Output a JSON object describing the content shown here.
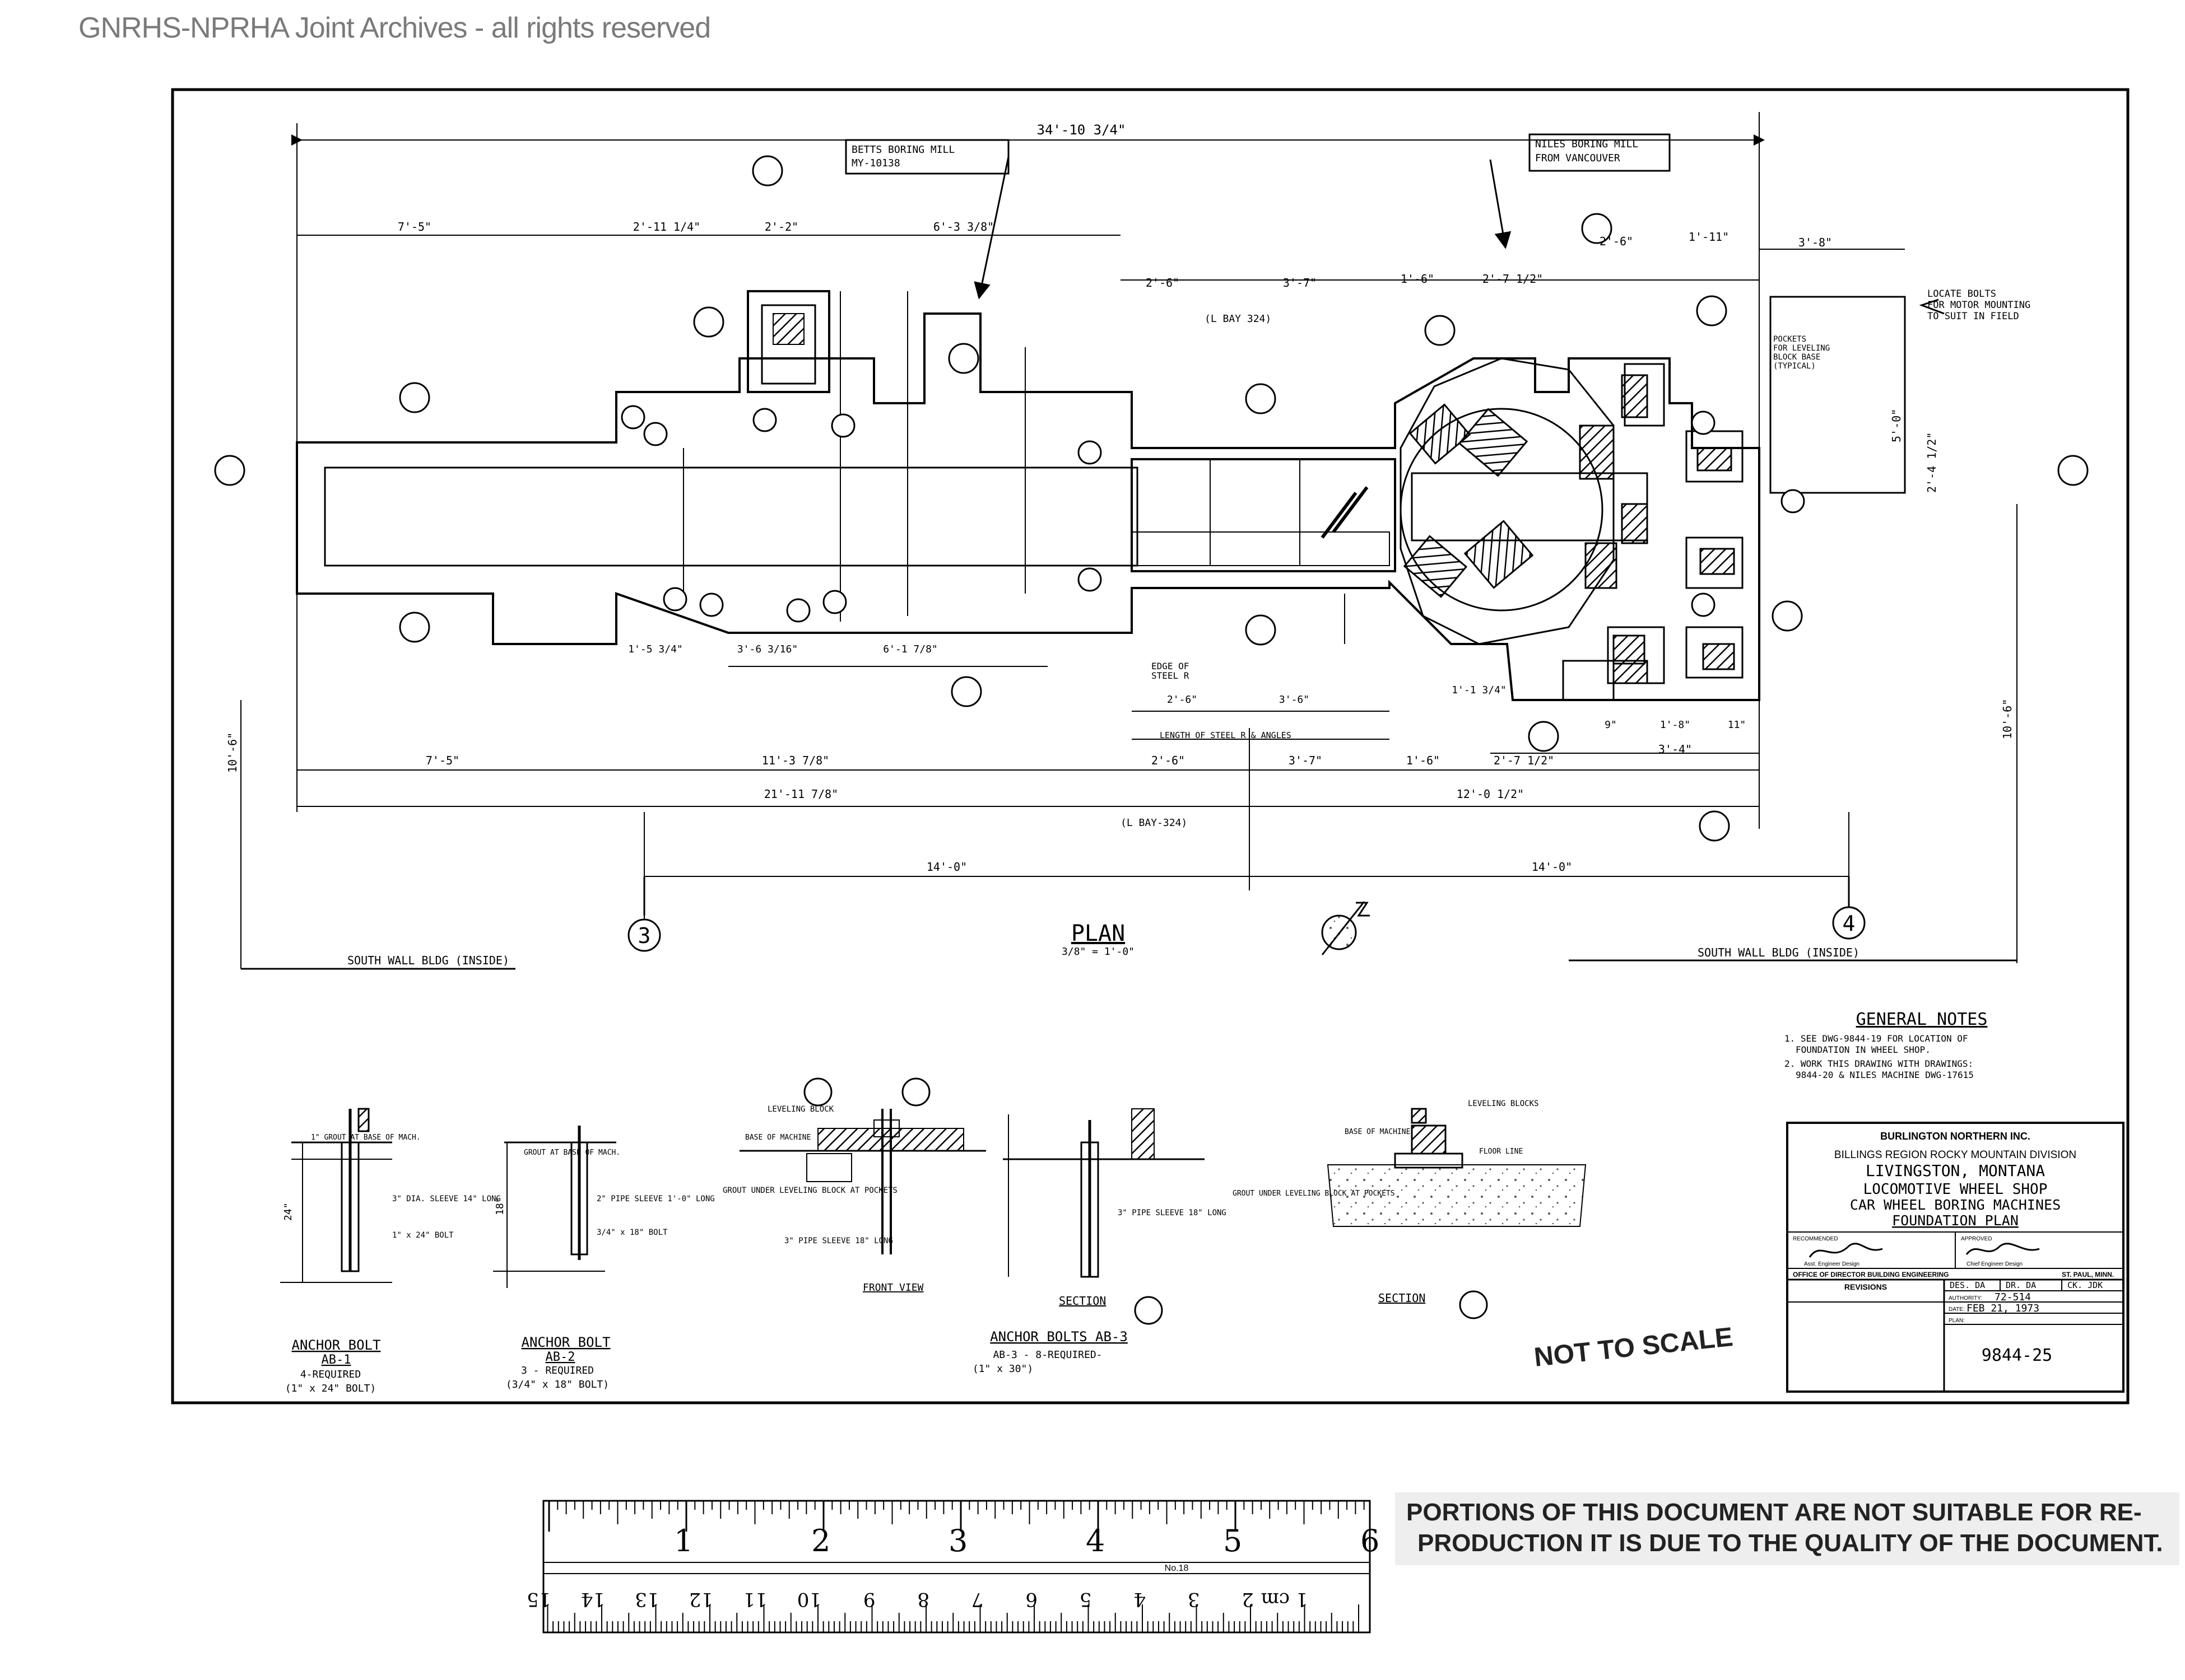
{
  "archive_header": "GNRHS-NPRHA Joint Archives - all rights reserved",
  "overall_dim": "34'-10 3/4\"",
  "machine_labels": {
    "betts": [
      "BETTS BORING MILL",
      "MY-10138"
    ],
    "niles": [
      "NILES BORING MILL",
      "FROM VANCOUVER"
    ],
    "motor_bolts": [
      "LOCATE BOLTS",
      "FOR MOTOR MOUNTING",
      "TO SUIT IN FIELD"
    ],
    "pockets": [
      "POCKETS",
      "FOR LEVELING",
      "BLOCK BASE",
      "(TYPICAL)"
    ],
    "bay_top": "(L BAY 324)",
    "bay_bottom": "(L BAY-324)",
    "edge_steel": [
      "EDGE OF",
      "STEEL R"
    ],
    "steel_length": "LENGTH OF STEEL R & ANGLES",
    "leveling_block": [
      "LEVELING",
      "BLOCK"
    ]
  },
  "top_dims": [
    "7'-5\"",
    "2'-11 1/4\"",
    "2'-2\"",
    "6'-3 3/8\"",
    "2'-6\"",
    "3'-7\"",
    "1'-6\"",
    "2'-7 1/2\"",
    "2'-6\"",
    "1'-11\"",
    "3'-8\""
  ],
  "bottom_dims": [
    "7'-5\"",
    "11'-3 7/8\"",
    "2'-6\"",
    "3'-7\"",
    "1'-6\"",
    "2'-7 1/2\"",
    "3'-4\"",
    "21'-11 7/8\"",
    "12'-0 1/2\"",
    "14'-0\"",
    "14'-0\""
  ],
  "inner_dims": [
    "1'-5 3/4\"",
    "3'-6 3/16\"",
    "6'-1 7/8\"",
    "2'-6\"",
    "3'-6\"",
    "1'-1 3/4\"",
    "9\"",
    "1'-8\"",
    "11\""
  ],
  "side_dims": [
    "10'-6\"",
    "10'-6\"",
    "5'-0\"",
    "2'-4 1/2\""
  ],
  "columns": [
    "3",
    "4"
  ],
  "south_wall": "SOUTH WALL BLDG (INSIDE)",
  "plan_title": "PLAN",
  "plan_scale": "3/8\" = 1'-0\"",
  "general_notes": {
    "title": "GENERAL NOTES",
    "lines": [
      "1. SEE DWG-9844-19 FOR LOCATION OF",
      "FOUNDATION IN WHEEL SHOP.",
      "2. WORK THIS DRAWING WITH DRAWINGS:",
      "9844-20 & NILES MACHINE DWG-17615"
    ]
  },
  "anchor_bolts": [
    {
      "title": "ANCHOR BOLT",
      "code": "AB-1",
      "qty": "4-REQUIRED",
      "size": "(1\" x 24\" BOLT)"
    },
    {
      "title": "ANCHOR BOLT",
      "code": "AB-2",
      "qty": "3 - REQUIRED",
      "size": "(3/4\" x 18\" BOLT)"
    },
    {
      "title": "ANCHOR BOLTS AB-3",
      "code": "",
      "qty": "AB-3 - 8-REQUIRED-",
      "size": "(1\" x 30\")"
    }
  ],
  "detail_notes": {
    "ab1": [
      "1\" GROUT AT BASE OF MACH.",
      "3\" DIA. SLEEVE 14\" LONG",
      "1\" x 24\" BOLT",
      "24\""
    ],
    "ab2": [
      "GROUT AT BASE OF MACH.",
      "2\" PIPE SLEEVE 1'-0\" LONG",
      "3/4\" x 18\" BOLT",
      "18\""
    ],
    "front": [
      "LEVELING BLOCK",
      "BASE OF MACHINE",
      "GROUT UNDER LEVELING BLOCK AT POCKETS",
      "3\" PIPE SLEEVE 18\" LONG"
    ],
    "sections": [
      "3\" PIPE SLEEVE 18\" LONG",
      "LEVELING BLOCKS",
      "BASE OF MACHINE",
      "FLOOR LINE",
      "GROUT UNDER LEVELING BLOCK AT POCKETS"
    ]
  },
  "view_labels": [
    "FRONT VIEW",
    "SECTION",
    "SECTION"
  ],
  "not_to_scale": "NOT TO SCALE",
  "title_block": {
    "company": "BURLINGTON NORTHERN INC.",
    "region": "BILLINGS  REGION ROCKY MOUNTAIN DIVISION",
    "place": "LIVINGSTON, MONTANA",
    "line1": "LOCOMOTIVE WHEEL SHOP",
    "line2": "CAR WHEEL BORING MACHINES",
    "line3": "FOUNDATION PLAN",
    "recommended": "RECOMMENDED",
    "approved": "APPROVED",
    "rec_title": "Asst. Engineer Design",
    "app_title": "Chief Engineer Design",
    "office": "OFFICE OF DIRECTOR BUILDING ENGINEERING",
    "city": "ST. PAUL, MINN.",
    "revisions": "REVISIONS",
    "designed": "DES. DA",
    "drawn": "DR. DA",
    "checked": "CK. JDK",
    "authority_label": "AUTHORITY:",
    "authority": "72-514",
    "date_label": "DATE:",
    "date": "FEB 21, 1973",
    "plan_label": "PLAN:",
    "number": "9844-25"
  },
  "ruler_inch_labels": [
    "1",
    "2",
    "3",
    "4",
    "5",
    "6"
  ],
  "ruler_cm_labels": [
    "1 cm",
    "2",
    "3",
    "4",
    "5",
    "6",
    "7",
    "8",
    "9",
    "10",
    "11",
    "12",
    "13",
    "14",
    "15"
  ],
  "ruler_maker": "No.18",
  "quality_notice": [
    "PORTIONS OF THIS DOCUMENT ARE NOT SUITABLE FOR RE-",
    "PRODUCTION IT IS DUE TO THE QUALITY OF THE DOCUMENT."
  ]
}
